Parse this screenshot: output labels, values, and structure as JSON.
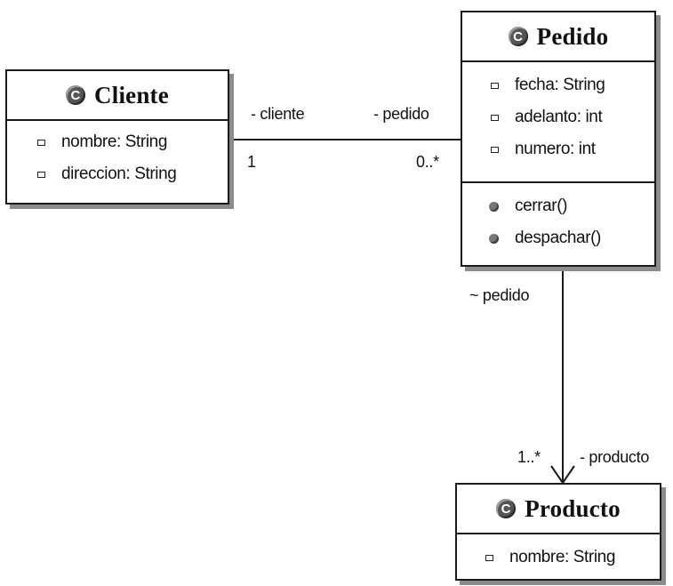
{
  "diagram": {
    "badge_letter": "C",
    "classes": {
      "cliente": {
        "name": "Cliente",
        "attributes": [
          "nombre: String",
          "direccion: String"
        ],
        "methods": []
      },
      "pedido": {
        "name": "Pedido",
        "attributes": [
          "fecha: String",
          "adelanto: int",
          "numero: int"
        ],
        "methods": [
          "cerrar()",
          "despachar()"
        ]
      },
      "producto": {
        "name": "Producto",
        "attributes": [
          "nombre: String"
        ],
        "methods": []
      }
    },
    "associations": {
      "cliente_pedido": {
        "role_cliente": "- cliente",
        "role_pedido": "- pedido",
        "mult_cliente": "1",
        "mult_pedido": "0..*"
      },
      "pedido_producto": {
        "role_pedido": "~ pedido",
        "role_producto": "- producto",
        "mult_producto": "1..*"
      }
    }
  }
}
